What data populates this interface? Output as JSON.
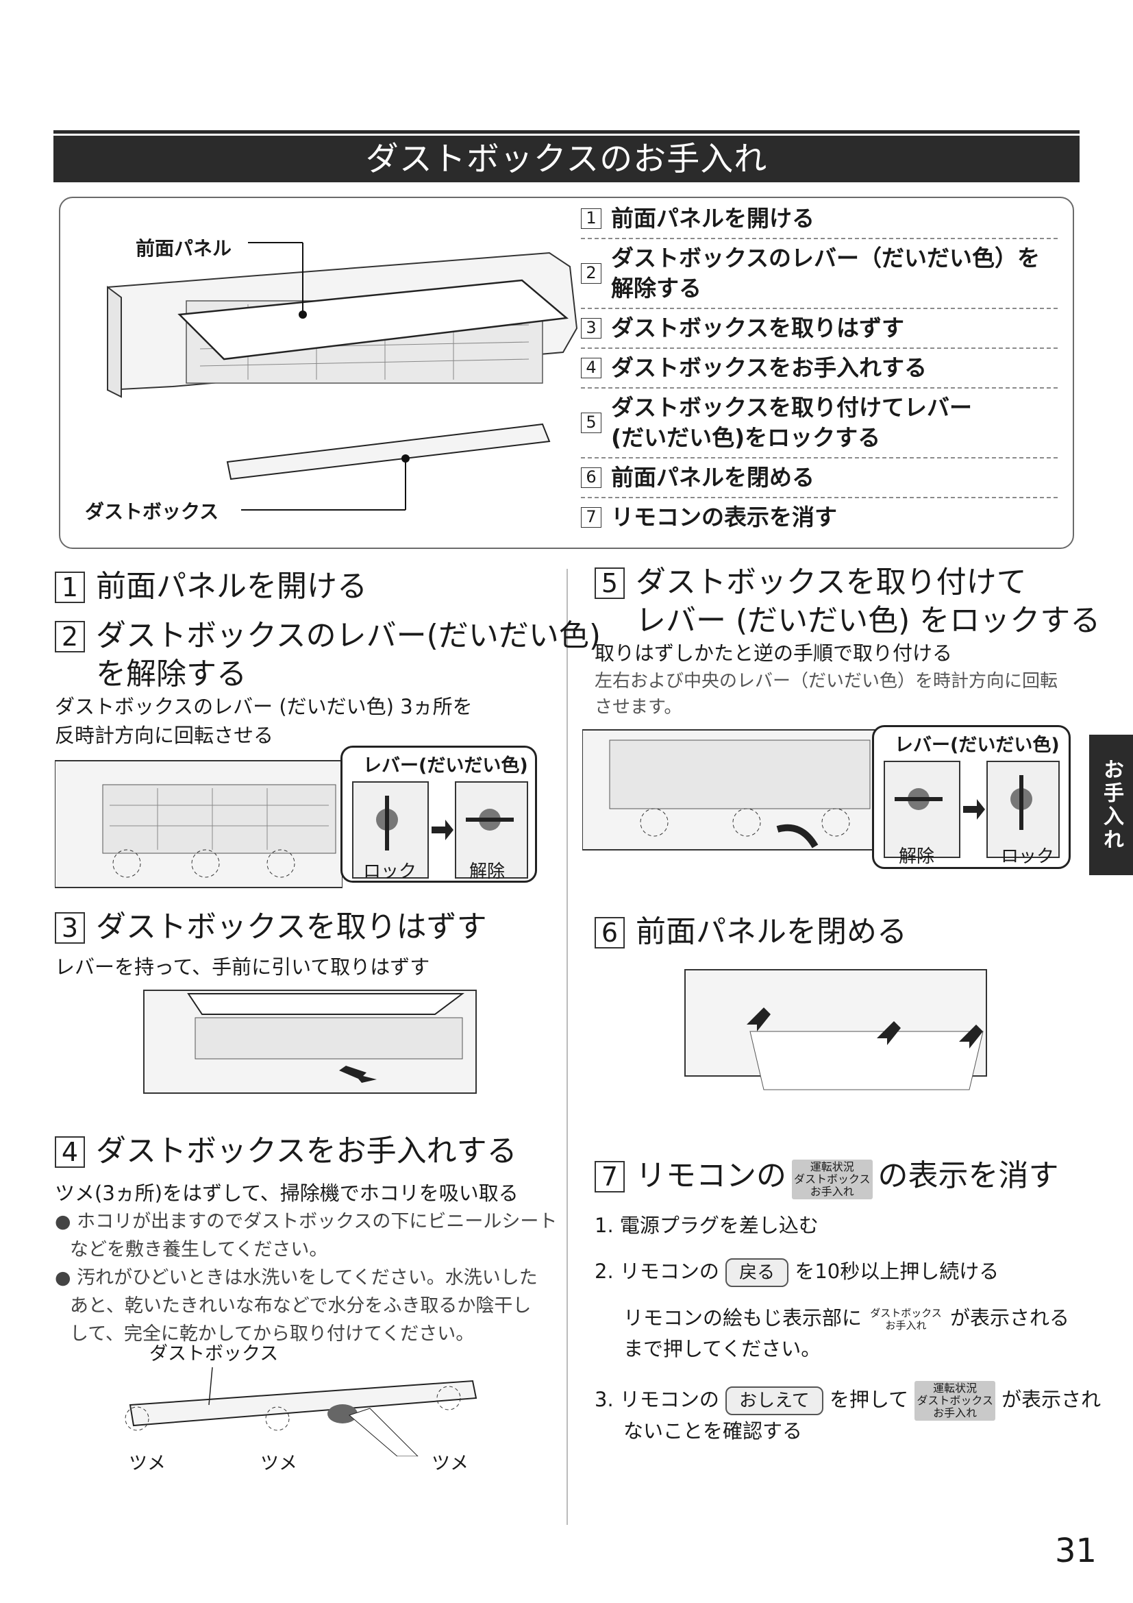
{
  "title": "ダストボックスのお手入れ",
  "overview": {
    "label_panel": "前面パネル",
    "label_dustbox": "ダストボックス",
    "steps": [
      {
        "num": "1",
        "text": "前面パネルを開ける"
      },
      {
        "num": "2",
        "text": "ダストボックスのレバー（だいだい色）を解除する"
      },
      {
        "num": "3",
        "text": "ダストボックスを取りはずす"
      },
      {
        "num": "4",
        "text": "ダストボックスをお手入れする"
      },
      {
        "num": "5",
        "text": "ダストボックスを取り付けてレバー(だいだい色)をロックする"
      },
      {
        "num": "6",
        "text": "前面パネルを閉める"
      },
      {
        "num": "7",
        "text": "リモコンの表示を消す"
      }
    ]
  },
  "sections": {
    "s1": {
      "num": "1",
      "title": "前面パネルを開ける"
    },
    "s2": {
      "num": "2",
      "title_line1": "ダストボックスのレバー(だいだい色)",
      "title_line2": "を解除する",
      "desc_line1": "ダストボックスのレバー (だいだい色) 3ヵ所を",
      "desc_line2": "反時計方向に回転させる",
      "lever_title": "レバー(だいだい色)",
      "label_lock": "ロック",
      "label_release": "解除"
    },
    "s3": {
      "num": "3",
      "title": "ダストボックスを取りはずす",
      "desc": "レバーを持って、手前に引いて取りはずす"
    },
    "s4": {
      "num": "4",
      "title": "ダストボックスをお手入れする",
      "desc": "ツメ(3ヵ所)をはずして、掃除機でホコリを吸い取る",
      "bullet1_line1": "ホコリが出ますのでダストボックスの下にビニールシート",
      "bullet1_line2": "などを敷き養生してください。",
      "bullet2_line1": "汚れがひどいときは水洗いをしてください。水洗いした",
      "bullet2_line2": "あと、乾いたきれいな布などで水分をふき取るか陰干し",
      "bullet2_line3": "して、完全に乾かしてから取り付けてください。",
      "fig_label_dustbox": "ダストボックス",
      "fig_label_tsume": "ツメ"
    },
    "s5": {
      "num": "5",
      "title_line1": "ダストボックスを取り付けて",
      "title_line2": "レバー (だいだい色) をロックする",
      "desc": "取りはずしかたと逆の手順で取り付ける",
      "note_line1": "左右および中央のレバー（だいだい色）を時計方向に回転",
      "note_line2": "させます。",
      "lever_title": "レバー(だいだい色)",
      "label_release": "解除",
      "label_lock": "ロック"
    },
    "s6": {
      "num": "6",
      "title": "前面パネルを閉める"
    },
    "s7": {
      "num": "7",
      "title_pre": "リモコンの",
      "title_post": "の表示を消す",
      "icon_line1": "運転状況",
      "icon_line2": "ダストボックス",
      "icon_line3": "お手入れ",
      "icon2_line1": "ダストボックス",
      "icon2_line2": "お手入れ",
      "step1": "1. 電源プラグを差し込む",
      "step2_pre": "2. リモコンの",
      "step2_btn": "戻る",
      "step2_post": "を10秒以上押し続ける",
      "step2_sub_pre": "リモコンの絵もじ表示部に",
      "step2_sub_post": "が表示される",
      "step2_sub_line2": "まで押してください。",
      "step3_pre": "3. リモコンの",
      "step3_btn": "おしえて",
      "step3_mid": "を押して",
      "step3_post": "が表示され",
      "step3_line2": "ないことを確認する"
    }
  },
  "side_tab": "お手入れ",
  "page_number": "31"
}
